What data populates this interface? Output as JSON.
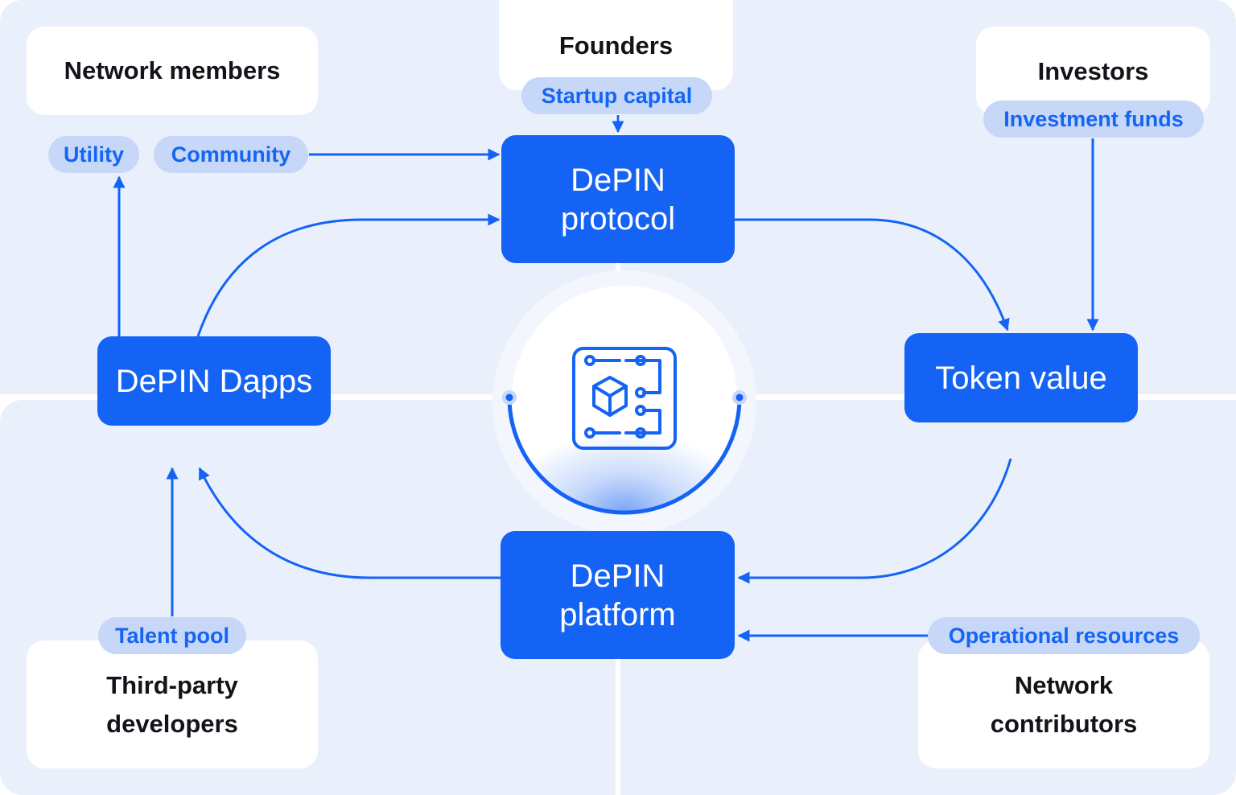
{
  "colors": {
    "accent": "#1463f5",
    "pill_bg": "#c6d7f8",
    "pill_text": "#1565f5",
    "quadrant_bg": "#e9f0fc",
    "card_bg": "#ffffff"
  },
  "stakeholders": {
    "network_members": "Network members",
    "founders": "Founders",
    "investors": "Investors",
    "third_party_line1": "Third-party",
    "third_party_line2": "developers",
    "contributors_line1": "Network",
    "contributors_line2": "contributors"
  },
  "flows": {
    "utility": "Utility",
    "community": "Community",
    "startup_capital": "Startup capital",
    "investment_funds": "Investment funds",
    "talent_pool": "Talent pool",
    "operational_resources": "Operational resources"
  },
  "nodes": {
    "protocol_line1": "DePIN",
    "protocol_line2": "protocol",
    "dapps": "DePIN Dapps",
    "token_value": "Token value",
    "platform_line1": "DePIN",
    "platform_line2": "platform"
  },
  "center_icon": "blockchain-circuit-icon"
}
